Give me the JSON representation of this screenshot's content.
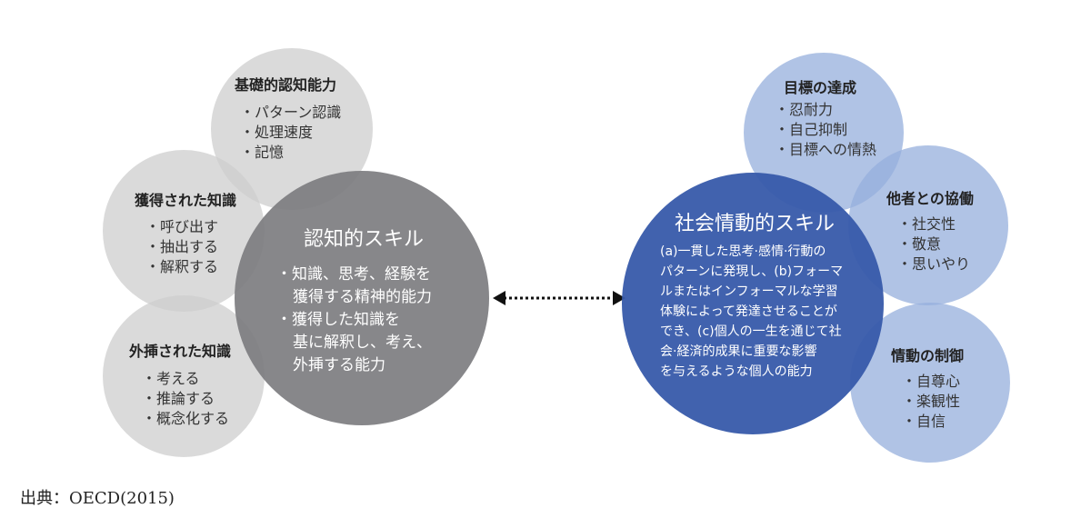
{
  "cognitive": {
    "basic": {
      "title": "基礎的認知能力",
      "items": [
        "・パターン認識",
        "・処理速度",
        "・記憶"
      ]
    },
    "acquired": {
      "title": "獲得された知識",
      "items": [
        "・呼び出す",
        "・抽出する",
        "・解釈する"
      ]
    },
    "extrapolated": {
      "title": "外挿された知識",
      "items": [
        "・考える",
        "・推論する",
        "・概念化する"
      ]
    },
    "main": {
      "title": "認知的スキル",
      "lines": [
        "・知識、思考、経験を",
        "獲得する精神的能力",
        "・獲得した知識を",
        "基に解釈し、考え、",
        "外挿する能力"
      ]
    }
  },
  "socio": {
    "main": {
      "title": "社会情動的スキル",
      "lines": [
        "(a)一貫した思考·感情·行動の",
        "パターンに発現し、(b)フォーマ",
        "ルまたはインフォーマルな学習",
        "体験によって発達させることが",
        "でき、(c)個人の一生を通じて社",
        "会·経済的成果に重要な影響",
        "を与えるような個人の能力"
      ]
    },
    "goals": {
      "title": "目標の達成",
      "items": [
        "・忍耐力",
        "・自己抑制",
        "・目標への情熱"
      ]
    },
    "cooperation": {
      "title": "他者との協働",
      "items": [
        "・社交性",
        "・敬意",
        "・思いやり"
      ]
    },
    "emotion": {
      "title": "情動の制御",
      "items": [
        "・自尊心",
        "・楽観性",
        "・自信"
      ]
    }
  },
  "source": "出典：OECD(2015)",
  "colors": {
    "gray_small": "#cdcdcd",
    "gray_big": "#7d7d80",
    "blue_small": "#96afdc",
    "blue_big": "#375aaa"
  }
}
